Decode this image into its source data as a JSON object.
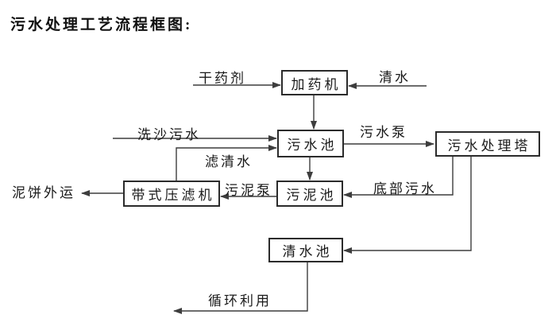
{
  "title": "污水处理工艺流程框图:",
  "diagram": {
    "nodes": {
      "dosing_machine": "加药机",
      "sewage_pool": "污水池",
      "treatment_tower": "污水处理塔",
      "sludge_pool": "污泥池",
      "belt_filter_press": "带式压滤机",
      "clean_water_pool": "清水池"
    },
    "labels": {
      "dry_chemical": "干药剂",
      "clean_water": "清水",
      "sand_washing_sewage": "洗沙污水",
      "sewage_pump": "污水泵",
      "filtered_water": "滤清水",
      "sludge_pump": "污泥泵",
      "bottom_sewage": "底部污水",
      "mud_cake_out": "泥饼外运",
      "recycling": "循环利用"
    },
    "colors": {
      "line": "#3d3d3d",
      "box_border": "#2b2b2b",
      "box_fill": "#ffffff",
      "text": "#1a1a1a",
      "background": "#ffffff"
    }
  }
}
